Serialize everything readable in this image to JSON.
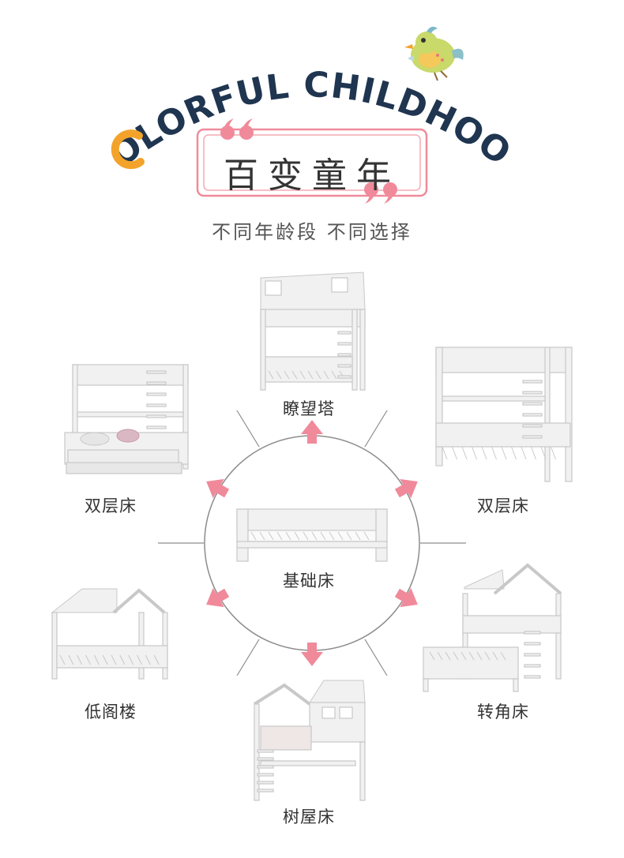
{
  "header": {
    "english_title": "COLORFUL CHILDHOOD",
    "chinese_title": "百变童年",
    "subtitle": "不同年龄段  不同选择"
  },
  "center": {
    "label": "基础床"
  },
  "items": [
    {
      "id": "lookout",
      "label": "瞭望塔"
    },
    {
      "id": "bunk-right",
      "label": "双层床"
    },
    {
      "id": "corner",
      "label": "转角床"
    },
    {
      "id": "treehouse",
      "label": "树屋床"
    },
    {
      "id": "low-loft",
      "label": "低阁楼"
    },
    {
      "id": "bunk-left",
      "label": "双层床"
    }
  ],
  "colors": {
    "title_dark": "#1f3550",
    "accent_orange": "#f3a32a",
    "pink": "#f08a9a",
    "circle_gray": "#8c8c8c",
    "text": "#333333"
  },
  "icons": [
    "bird-icon",
    "quote-open-icon",
    "quote-close-icon",
    "arrow-icon"
  ]
}
